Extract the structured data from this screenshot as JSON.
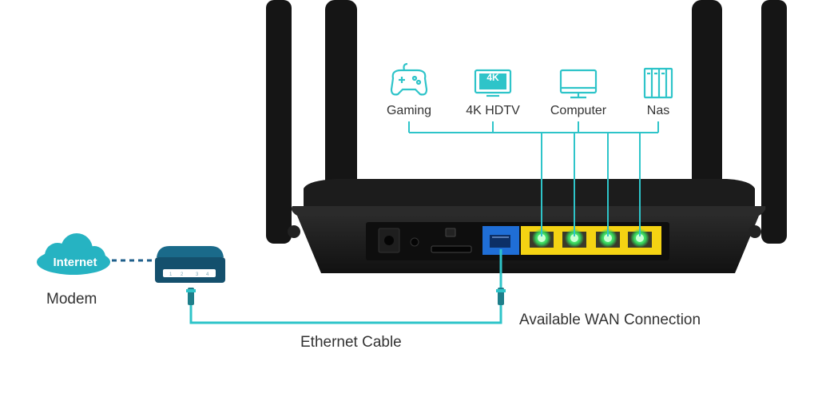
{
  "devices": [
    {
      "label": "Gaming",
      "icon": "gamepad-icon"
    },
    {
      "label": "4K HDTV",
      "icon": "hdtv-icon",
      "badge": "4K"
    },
    {
      "label": "Computer",
      "icon": "monitor-icon"
    },
    {
      "label": "Nas",
      "icon": "nas-icon"
    }
  ],
  "internet": {
    "label": "Internet"
  },
  "modem": {
    "label": "Modem",
    "lights": [
      "1",
      "2",
      "3",
      "4"
    ]
  },
  "cable": {
    "label": "Ethernet Cable"
  },
  "wan": {
    "label": "Available WAN Connection"
  },
  "colors": {
    "accent": "#2ec4c9",
    "cloud": "#26b3c2",
    "wan_port": "#1f6ed6",
    "lan_port": "#f4d313",
    "port_led": "#36d35a",
    "router_body": "#1b1b1b"
  }
}
